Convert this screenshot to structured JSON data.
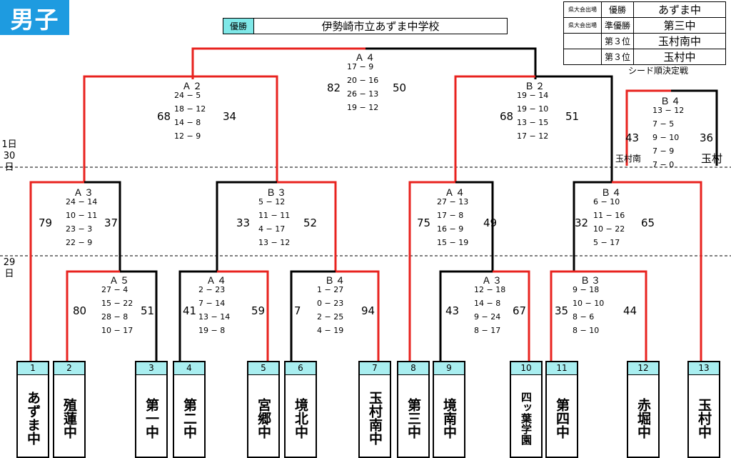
{
  "title": "男子",
  "winner": {
    "tag": "優勝",
    "name": "伊勢崎市立あずま中学校"
  },
  "results": [
    {
      "qualify": "県大会出場",
      "rank": "優勝",
      "team": "あずま中"
    },
    {
      "qualify": "県大会出場",
      "rank": "準優勝",
      "team": "第三中"
    },
    {
      "qualify": "",
      "rank": "第３位",
      "team": "玉村南中"
    },
    {
      "qualify": "",
      "rank": "第３位",
      "team": "玉村中"
    }
  ],
  "seed_label": "シード順決定戦",
  "days": {
    "d30": "1日30日",
    "d29": "29日"
  },
  "teams": [
    {
      "num": "1",
      "name": "あずま中"
    },
    {
      "num": "2",
      "name": "殖蓮中"
    },
    {
      "num": "3",
      "name": "第一中"
    },
    {
      "num": "4",
      "name": "第二中"
    },
    {
      "num": "5",
      "name": "宮郷中"
    },
    {
      "num": "6",
      "name": "境北中"
    },
    {
      "num": "7",
      "name": "玉村南中"
    },
    {
      "num": "8",
      "name": "第三中"
    },
    {
      "num": "9",
      "name": "境南中"
    },
    {
      "num": "10",
      "name": "四ッ葉学園"
    },
    {
      "num": "11",
      "name": "第四中"
    },
    {
      "num": "12",
      "name": "赤堀中"
    },
    {
      "num": "13",
      "name": "玉村中"
    }
  ],
  "matches": {
    "final": {
      "court": "Ａ４",
      "left": "82",
      "right": "50",
      "sets": [
        "17 − 9",
        "20 − 16",
        "26 − 13",
        "19 − 12"
      ]
    },
    "sf1": {
      "court": "Ａ２",
      "left": "68",
      "right": "34",
      "sets": [
        "24 − 5",
        "18 − 12",
        "14 − 8",
        "12 − 9"
      ]
    },
    "sf2": {
      "court": "Ｂ２",
      "left": "68",
      "right": "51",
      "sets": [
        "19 − 14",
        "19 − 10",
        "13 − 15",
        "17 − 12"
      ]
    },
    "seed": {
      "court": "Ｂ４",
      "left": "43",
      "right": "36",
      "sets": [
        "13 − 12",
        "7 − 5",
        "9 − 10",
        "7 − 9",
        "7 − 0"
      ],
      "left_team": "玉村南",
      "right_team": "玉村"
    },
    "qf1": {
      "court": "Ａ３",
      "left": "79",
      "right": "37",
      "sets": [
        "24 − 14",
        "10 − 11",
        "23 − 3",
        "22 − 9"
      ]
    },
    "qf2": {
      "court": "Ｂ３",
      "left": "33",
      "right": "52",
      "sets": [
        "5 − 12",
        "11 − 11",
        "4 − 17",
        "13 − 12"
      ]
    },
    "qf3": {
      "court": "Ａ４",
      "left": "75",
      "right": "49",
      "sets": [
        "27 − 13",
        "17 − 8",
        "16 − 9",
        "15 − 19"
      ]
    },
    "qf4": {
      "court": "Ｂ４",
      "left": "32",
      "right": "65",
      "sets": [
        "6 − 10",
        "11 − 16",
        "10 − 22",
        "5 − 17"
      ]
    },
    "r1a": {
      "court": "Ａ５",
      "left": "80",
      "right": "51",
      "sets": [
        "27 − 4",
        "15 − 22",
        "28 − 8",
        "10 − 17"
      ]
    },
    "r1b": {
      "court": "Ａ４",
      "left": "41",
      "right": "59",
      "sets": [
        "2 − 23",
        "7 − 14",
        "13 − 14",
        "19 − 8"
      ]
    },
    "r1c": {
      "court": "Ｂ４",
      "left": "7",
      "right": "94",
      "sets": [
        "1 − 27",
        "0 − 23",
        "2 − 25",
        "4 − 19"
      ]
    },
    "r1d": {
      "court": "Ａ３",
      "left": "43",
      "right": "67",
      "sets": [
        "12 − 18",
        "14 − 8",
        "9 − 24",
        "8 − 17"
      ]
    },
    "r1e": {
      "court": "Ｂ３",
      "left": "35",
      "right": "44",
      "sets": [
        "9 − 18",
        "10 − 10",
        "8 − 6",
        "8 − 10"
      ]
    }
  }
}
